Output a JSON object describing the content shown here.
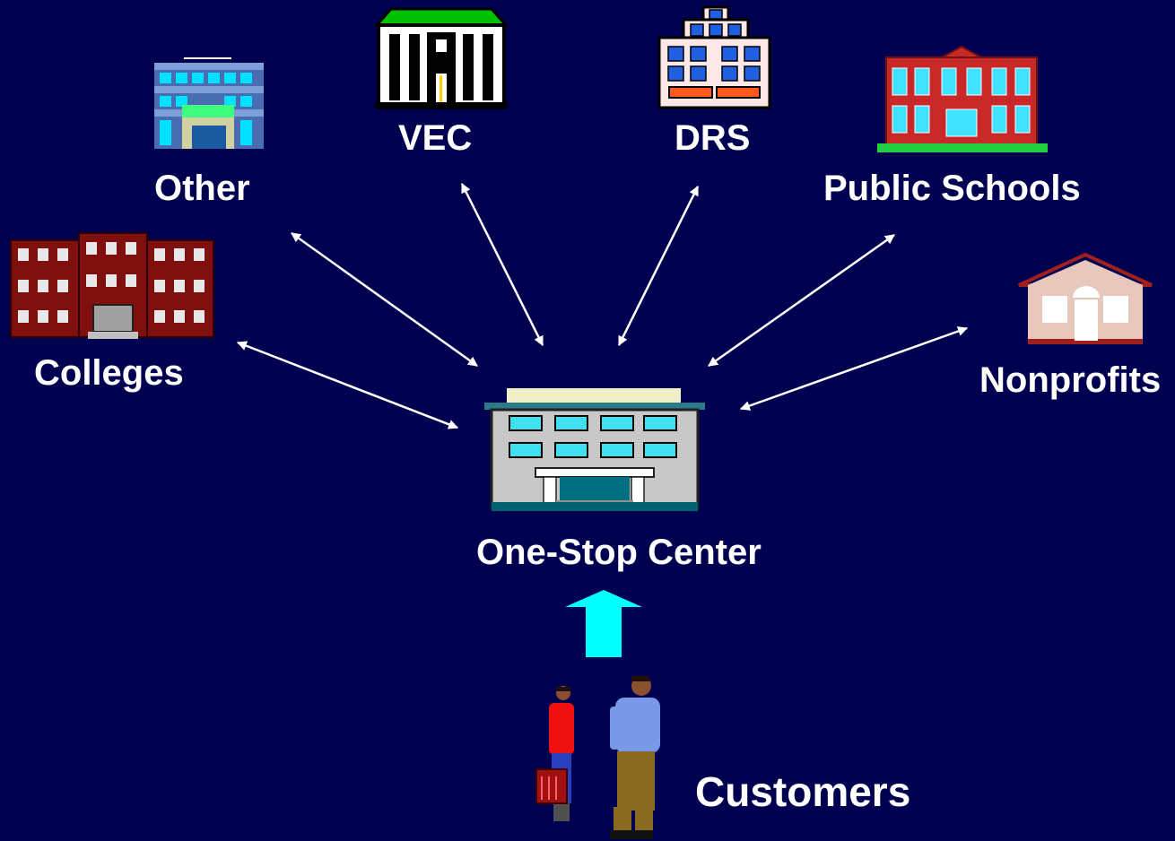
{
  "nodes": {
    "other": {
      "label": "Other"
    },
    "vec": {
      "label": "VEC"
    },
    "drs": {
      "label": "DRS"
    },
    "public_schools": {
      "label": "Public Schools"
    },
    "colleges": {
      "label": "Colleges"
    },
    "nonprofits": {
      "label": "Nonprofits"
    },
    "one_stop": {
      "label": "One-Stop Center"
    },
    "customers": {
      "label": "Customers"
    }
  },
  "colors": {
    "background": "#000050",
    "connector": "#ffffff",
    "customer_arrow": "#00ffff"
  },
  "icons": {
    "other": "office-building-icon",
    "vec": "government-building-icon",
    "drs": "hotel-building-icon",
    "public_schools": "school-building-icon",
    "colleges": "college-building-icon",
    "nonprofits": "house-icon",
    "one_stop": "office-center-icon",
    "customers": "people-icon"
  }
}
